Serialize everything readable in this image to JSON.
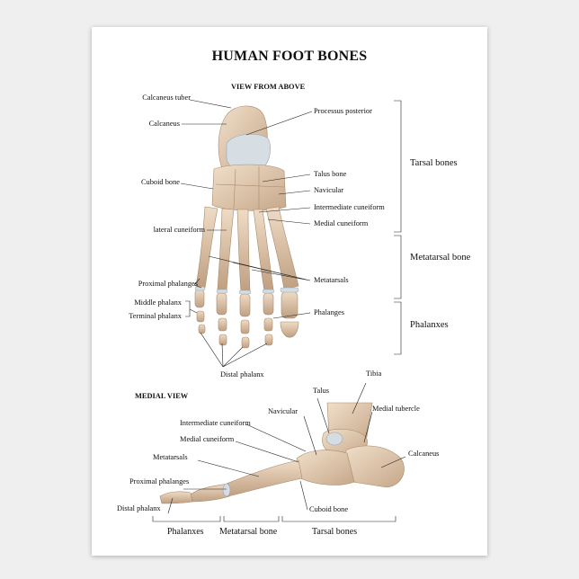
{
  "title": "HUMAN FOOT BONES",
  "view_above": {
    "heading": "VIEW FROM ABOVE",
    "left_labels": {
      "calcaneus_tuber": "Calcaneus tuber",
      "calcaneus": "Calcaneus",
      "cuboid": "Cuboid bone",
      "lateral_cuneiform": "lateral cuneiform",
      "proximal_phalanges": "Proximal phalanges",
      "middle_phalanx": "Middle phalanx",
      "terminal_phalanx": "Terminal phalanx",
      "distal_phalanx": "Distal phalanx"
    },
    "right_labels": {
      "processus_posterior": "Processus posterior",
      "talus": "Talus  bone",
      "navicular": "Navicular",
      "intermediate_cuneiform": "Intermediate cuneiform",
      "medial_cuneiform": "Medial cuneiform",
      "metatarsals": "Metatarsals",
      "phalanges": "Phalanges"
    },
    "groups": {
      "tarsal": "Tarsal bones",
      "metatarsal": "Metatarsal bone",
      "phalanxes": "Phalanxes"
    }
  },
  "medial_view": {
    "heading": "MEDIAL VIEW",
    "labels": {
      "tibia": "Tibia",
      "talus": "Talus",
      "navicular": "Navicular",
      "medial_tubercle": "Medial tubercle",
      "intermediate_cuneiform": "Intermediate cuneiform",
      "medial_cuneiform": "Medial cuneiform",
      "metatarsals": "Metatarsals",
      "proximal_phalanges": "Proximal phalanges",
      "distal_phalanx": "Distal phalanx",
      "calcaneus": "Calcaneus",
      "cuboid": "Cuboid bone"
    },
    "bottom_groups": {
      "phalanxes": "Phalanxes",
      "metatarsal": "Metatarsal bone",
      "tarsal": "Tarsal bones"
    }
  },
  "colors": {
    "bone": "#e3cdb2",
    "bone_shade": "#b99a7c",
    "cartilage": "#d5dde3",
    "line": "#222222"
  }
}
